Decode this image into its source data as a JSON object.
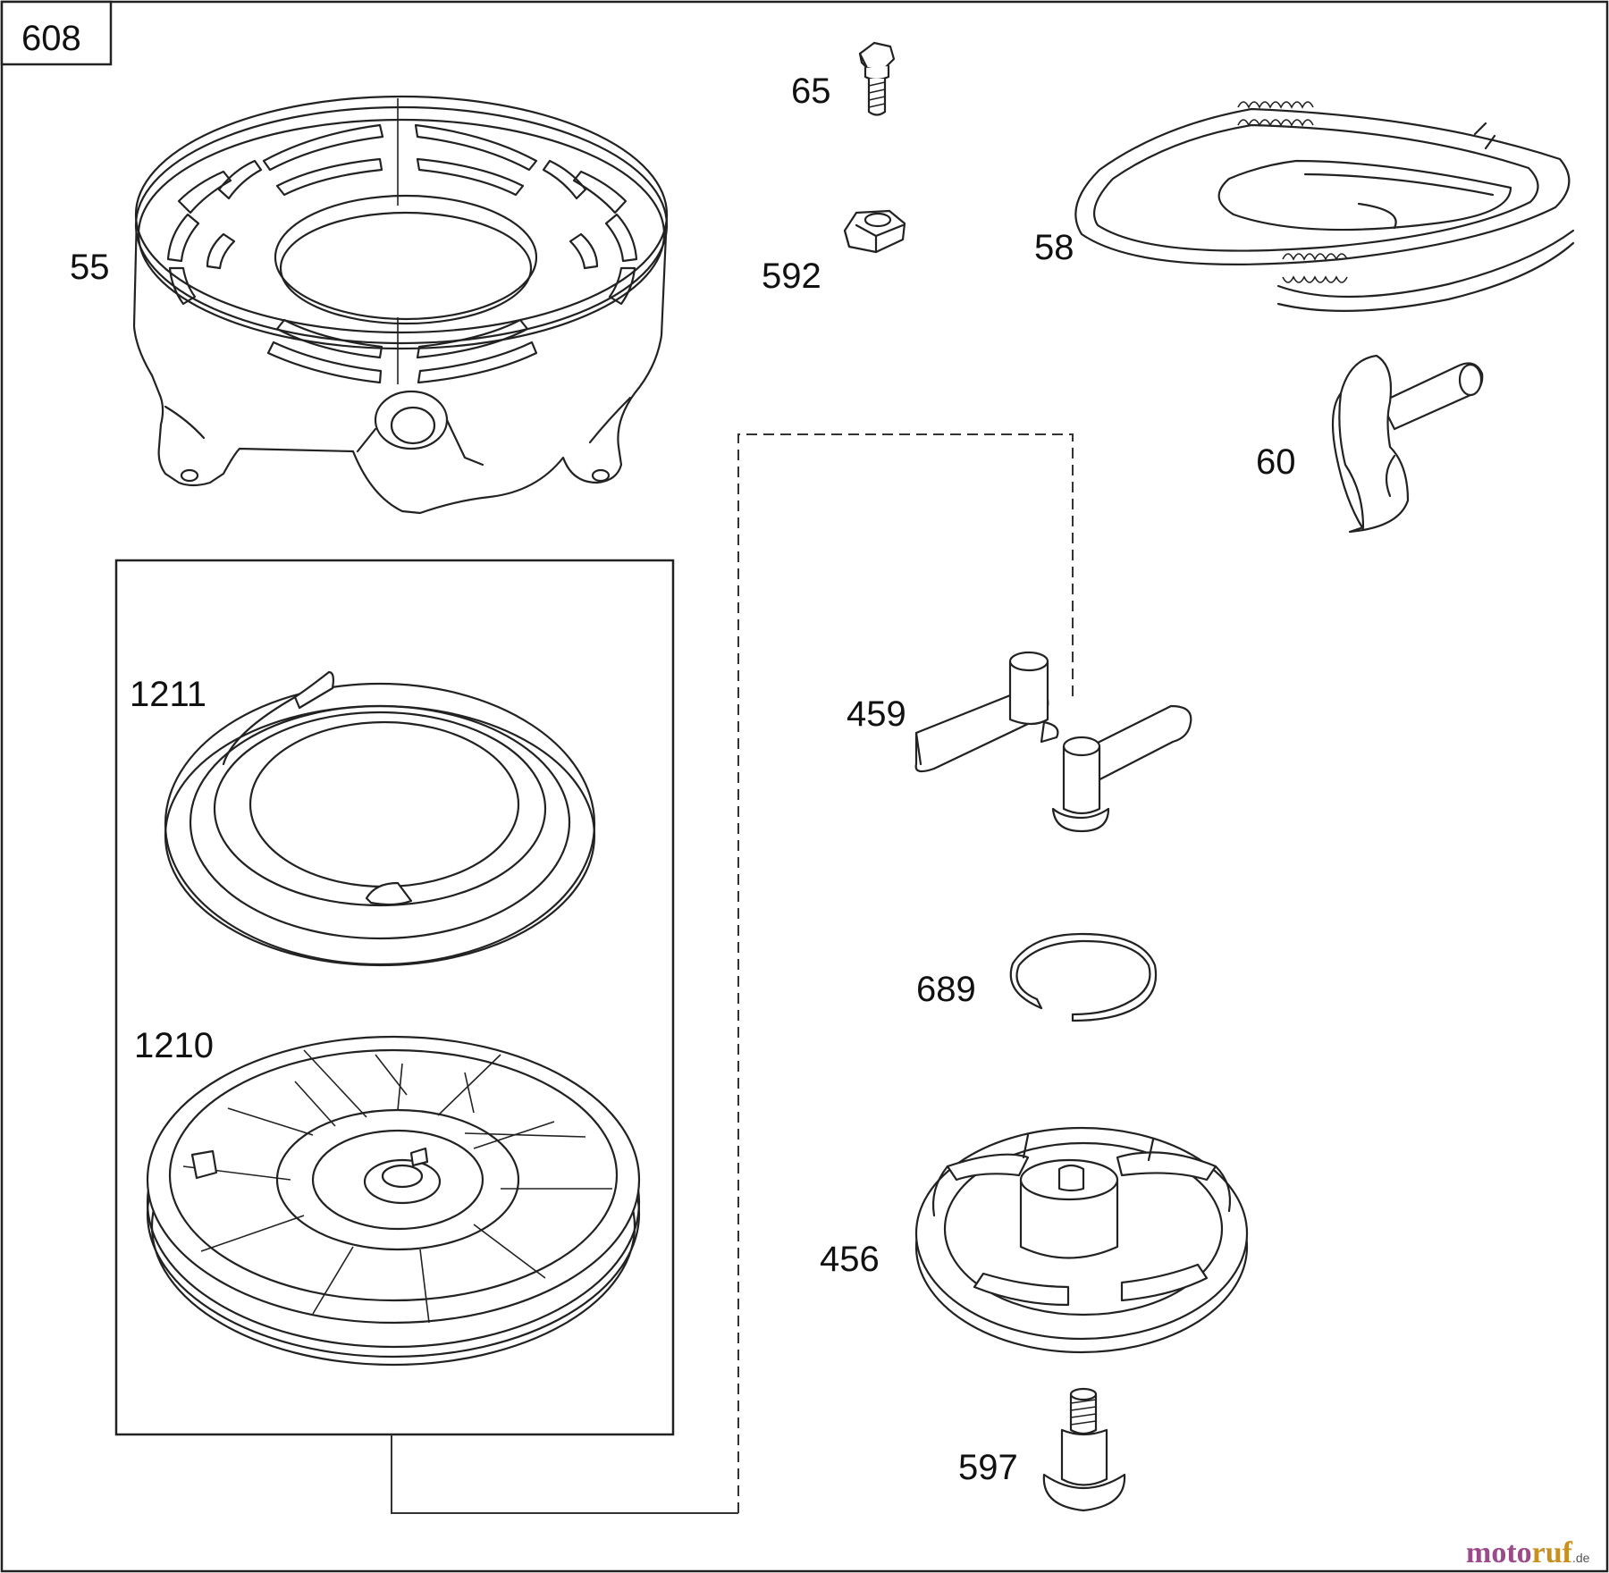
{
  "diagram": {
    "id": "608",
    "watermark": {
      "name_part1": "moto",
      "name_part2": "ruf",
      "tld": ".de"
    }
  },
  "parts": [
    {
      "number": "55",
      "name": "starter-housing"
    },
    {
      "number": "65",
      "name": "screw"
    },
    {
      "number": "592",
      "name": "nut"
    },
    {
      "number": "58",
      "name": "starter-rope"
    },
    {
      "number": "60",
      "name": "starter-handle"
    },
    {
      "number": "1211",
      "name": "rewind-spring"
    },
    {
      "number": "1210",
      "name": "pulley"
    },
    {
      "number": "459",
      "name": "pawl-pair"
    },
    {
      "number": "689",
      "name": "retaining-ring"
    },
    {
      "number": "456",
      "name": "ratchet"
    },
    {
      "number": "597",
      "name": "center-screw"
    }
  ]
}
